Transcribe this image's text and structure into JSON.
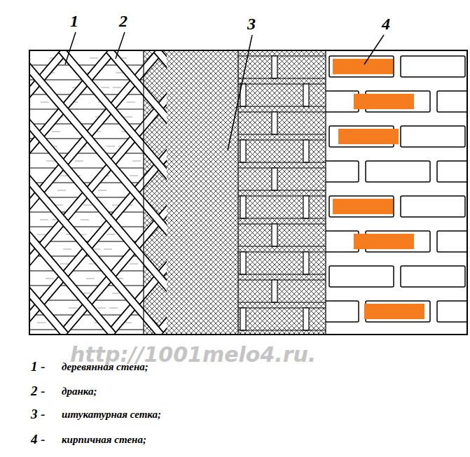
{
  "diagram": {
    "labels": [
      "1",
      "2",
      "3",
      "4",
      "http://1001melo4.ru.",
      "1 -",
      "деревянная стена;",
      "2 -",
      "дранка;",
      "3 -",
      "штукатурная сетка;",
      "4 -",
      "кирпичная стена;"
    ]
  }
}
